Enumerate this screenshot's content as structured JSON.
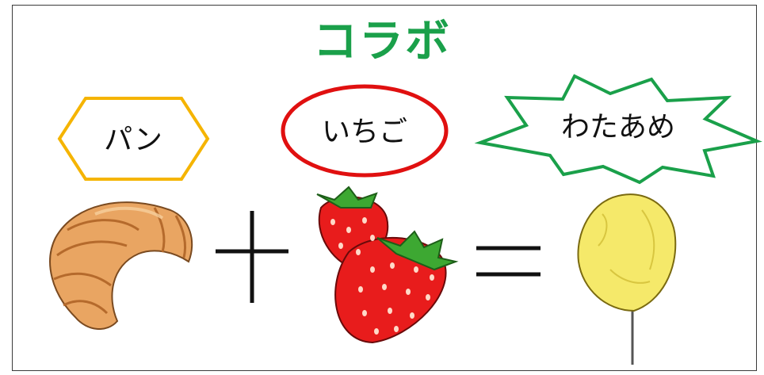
{
  "title": {
    "text": "コラボ",
    "color": "#1aa04a"
  },
  "labels": {
    "bread": {
      "text": "パン",
      "shape": "hexagon",
      "stroke": "#f5b400"
    },
    "strawberry": {
      "text": "いちご",
      "shape": "ellipse",
      "stroke": "#e01010"
    },
    "cotton_candy": {
      "text": "わたあめ",
      "shape": "starburst",
      "stroke": "#1aa04a"
    }
  },
  "operators": {
    "plus": "+",
    "equals": "="
  },
  "images": {
    "bread": "croissant-illustration",
    "strawberry": "strawberries-illustration",
    "cotton_candy": "cotton-candy-illustration"
  }
}
